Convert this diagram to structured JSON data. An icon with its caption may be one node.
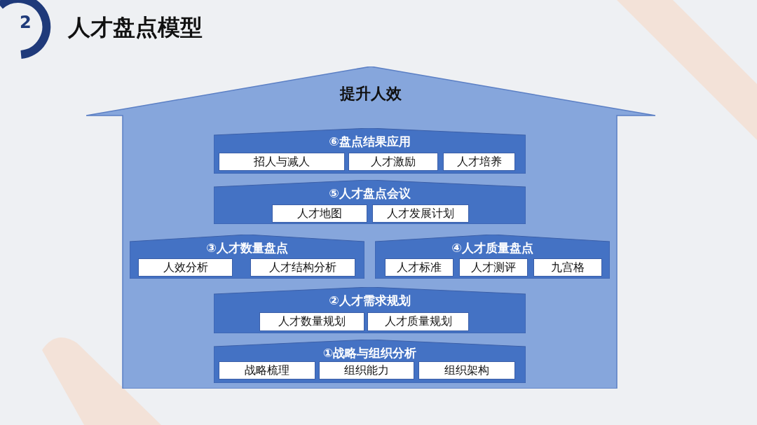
{
  "diagram": {
    "title": "人才盘点模型",
    "nodes": [
      {
        "text": [
          "提升人效"
        ]
      },
      {
        "text": [
          "⑥盘点结果应用"
        ],
        "in": 0
      },
      {
        "text": [
          "招人与减人"
        ],
        "in": 1
      },
      {
        "text": [
          "人才激励"
        ],
        "in": 1
      },
      {
        "text": [
          "人才培养"
        ],
        "in": 1
      },
      {
        "text": [
          "⑤人才盘点会议"
        ],
        "in": 0
      },
      {
        "text": [
          "人才地图"
        ],
        "in": 5
      },
      {
        "text": [
          "人才发展计划"
        ],
        "in": 5
      },
      {
        "text": [
          "③人才数量盘点"
        ],
        "in": 0
      },
      {
        "text": [
          "人效分析"
        ],
        "in": 8
      },
      {
        "text": [
          "人才结构分析"
        ],
        "in": 8
      },
      {
        "text": [
          "④人才质量盘点"
        ],
        "in": 0
      },
      {
        "text": [
          "人才标准"
        ],
        "in": 11
      },
      {
        "text": [
          "人才测评"
        ],
        "in": 11
      },
      {
        "text": [
          "九宫格"
        ],
        "in": 11
      },
      {
        "text": [
          "②人才需求规划"
        ],
        "in": 0
      },
      {
        "text": [
          "人才数量规划"
        ],
        "in": 15
      },
      {
        "text": [
          "人才质量规划"
        ],
        "in": 15
      },
      {
        "text": [
          "①战略与组织分析"
        ],
        "in": 0
      },
      {
        "text": [
          "战略梳理"
        ],
        "in": 18
      },
      {
        "text": [
          "组织能力"
        ],
        "in": 18
      },
      {
        "text": [
          "组织架构"
        ],
        "in": 18
      }
    ],
    "labels": [
      "2"
    ]
  }
}
